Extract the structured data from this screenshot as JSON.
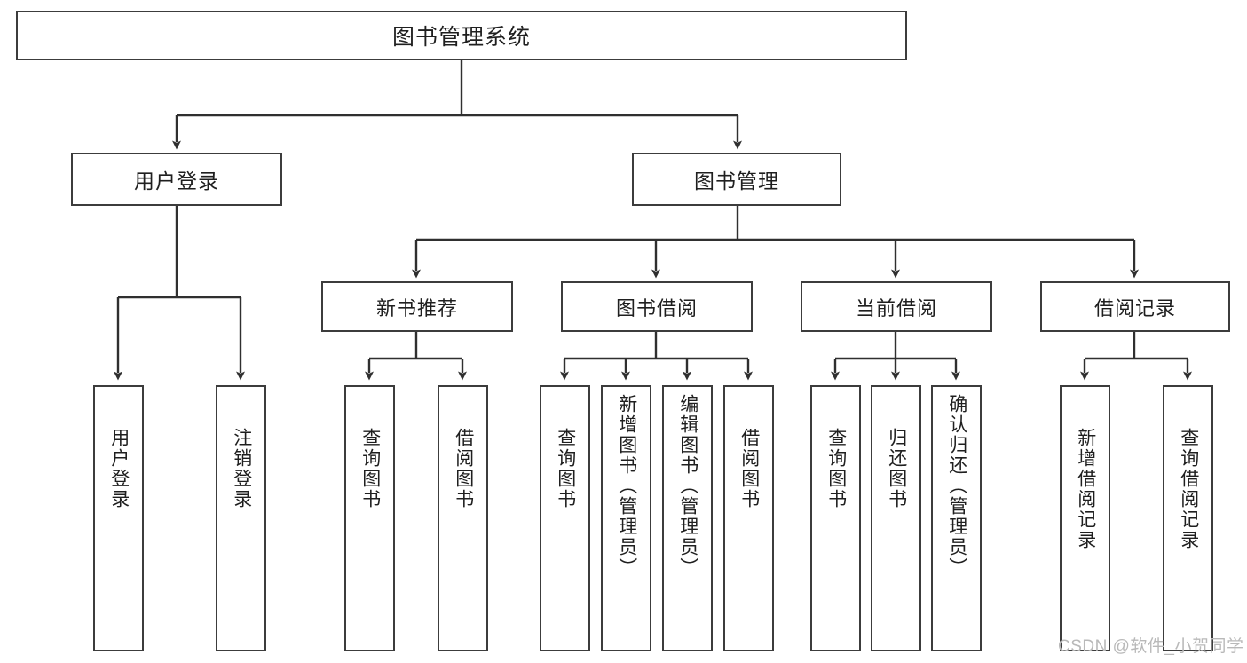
{
  "diagram": {
    "title": "图书管理系统",
    "type": "tree-hierarchy-diagram",
    "colors": {
      "box_border": "#3c3c3c",
      "box_fill": "#ffffff",
      "text": "#1f1f1f",
      "connector": "#2f2f2f",
      "background": "#ffffff",
      "watermark": "#b9b9b9"
    }
  },
  "root": {
    "label": "图书管理系统"
  },
  "level2": [
    {
      "label": "用户登录"
    },
    {
      "label": "图书管理"
    }
  ],
  "level3": [
    {
      "label": "新书推荐"
    },
    {
      "label": "图书借阅"
    },
    {
      "label": "当前借阅"
    },
    {
      "label": "借阅记录"
    }
  ],
  "leaves": {
    "user_login": [
      {
        "label": "用户登录"
      },
      {
        "label": "注销登录"
      }
    ],
    "new_book_recommend": [
      {
        "label": "查询图书"
      },
      {
        "label": "借阅图书"
      }
    ],
    "book_borrow": [
      {
        "label": "查询图书"
      },
      {
        "label": "新增图书（管理员）"
      },
      {
        "label": "编辑图书（管理员）"
      },
      {
        "label": "借阅图书"
      }
    ],
    "current_borrow": [
      {
        "label": "查询图书"
      },
      {
        "label": "归还图书"
      },
      {
        "label": "确认归还（管理员）"
      }
    ],
    "borrow_record": [
      {
        "label": "新增借阅记录"
      },
      {
        "label": "查询借阅记录"
      }
    ]
  },
  "watermark": {
    "text": "CSDN @软件_小贺同学"
  }
}
